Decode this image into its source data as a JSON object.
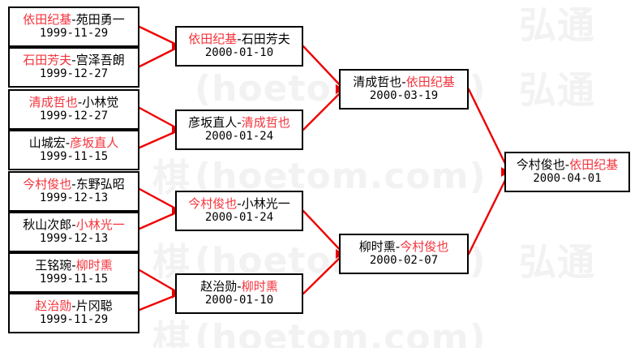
{
  "meta": {
    "title": "Go Tournament Bracket",
    "colors": {
      "winner": "#f4333c",
      "loser": "#000000",
      "connector": "#ee0000",
      "border": "#000000",
      "background": "#ffffff",
      "watermark": "#f2f2f2"
    }
  },
  "watermarks": [
    {
      "text": "弘通"
    },
    {
      "text": "棋"
    },
    {
      "text": "(hoetom.com)"
    }
  ],
  "rounds": [
    {
      "name": "round-1",
      "matches": [
        {
          "winner": "依田纪基",
          "loser": "苑田勇一",
          "winner_side": "left",
          "date": "1999-11-29"
        },
        {
          "winner": "石田芳夫",
          "loser": "宫泽吾朗",
          "winner_side": "left",
          "date": "1999-12-27"
        },
        {
          "winner": "清成哲也",
          "loser": "小林觉",
          "winner_side": "left",
          "date": "1999-12-27"
        },
        {
          "winner": "彦坂直人",
          "loser": "山城宏",
          "winner_side": "right",
          "date": "1999-11-15"
        },
        {
          "winner": "今村俊也",
          "loser": "东野弘昭",
          "winner_side": "left",
          "date": "1999-12-13"
        },
        {
          "winner": "小林光一",
          "loser": "秋山次郎",
          "winner_side": "right",
          "date": "1999-12-13"
        },
        {
          "winner": "柳时熏",
          "loser": "王铭琬",
          "winner_side": "right",
          "date": "1999-11-15"
        },
        {
          "winner": "赵治勋",
          "loser": "片冈聪",
          "winner_side": "left",
          "date": "1999-11-29"
        }
      ]
    },
    {
      "name": "round-2",
      "matches": [
        {
          "winner": "依田纪基",
          "loser": "石田芳夫",
          "winner_side": "left",
          "date": "2000-01-10"
        },
        {
          "winner": "清成哲也",
          "loser": "彦坂直人",
          "winner_side": "right",
          "date": "2000-01-24"
        },
        {
          "winner": "今村俊也",
          "loser": "小林光一",
          "winner_side": "left",
          "date": "2000-01-24"
        },
        {
          "winner": "柳时熏",
          "loser": "赵治勋",
          "winner_side": "right",
          "date": "2000-01-10"
        }
      ]
    },
    {
      "name": "semifinal",
      "matches": [
        {
          "winner": "依田纪基",
          "loser": "清成哲也",
          "winner_side": "right",
          "date": "2000-03-19"
        },
        {
          "winner": "今村俊也",
          "loser": "柳时熏",
          "winner_side": "right",
          "date": "2000-02-07"
        }
      ]
    },
    {
      "name": "final",
      "matches": [
        {
          "winner": "依田纪基",
          "loser": "今村俊也",
          "winner_side": "right",
          "date": "2000-04-01"
        }
      ]
    }
  ]
}
